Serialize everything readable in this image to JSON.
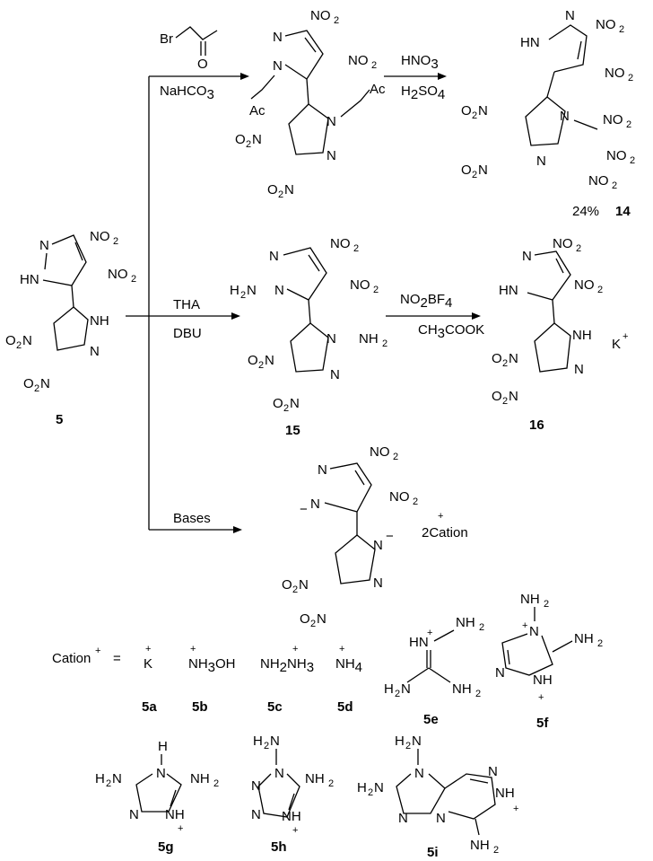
{
  "compound_labels": {
    "c5": "5",
    "c14": "14",
    "c15": "15",
    "c16": "16",
    "c5a": "5a",
    "c5b": "5b",
    "c5c": "5c",
    "c5d": "5d",
    "c5e": "5e",
    "c5f": "5f",
    "c5g": "5g",
    "c5h": "5h",
    "c5i": "5i"
  },
  "reagents": {
    "reagent_top_base": "NaHCO",
    "reagent_top_base_sub": "3",
    "reagent_nitric": "HNO",
    "reagent_nitric_sub": "3",
    "reagent_sulfuric_h": "H",
    "reagent_sulfuric_h_sub": "2",
    "reagent_sulfuric_so": "SO",
    "reagent_sulfuric_so_sub": "4",
    "reagent_tha": "THA",
    "reagent_dbu": "DBU",
    "reagent_nitronium": "NO",
    "reagent_nitronium_sub": "2",
    "reagent_nitronium_bf": "BF",
    "reagent_nitronium_bf_sub": "4",
    "reagent_acetate": "CH",
    "reagent_acetate_sub": "3",
    "reagent_acetate_rest": "COOK",
    "reagent_bases": "Bases"
  },
  "yield_14": "24%",
  "groups": {
    "no2": "NO",
    "no2_sub": "2",
    "o2n": "O",
    "o2n_sub": "2",
    "o2n_n": "N",
    "n": "N",
    "nh": "NH",
    "hn": "HN",
    "ac": "Ac",
    "br": "Br",
    "o": "O",
    "h": "H",
    "h2n": "H",
    "h2n_sub": "2",
    "h2n_n": "N",
    "nh2": "NH",
    "nh2_sub": "2",
    "k_plus": "K",
    "plus": "+",
    "minus": "−",
    "dication": "2Cation"
  },
  "cation_row": {
    "cation_label": "Cation",
    "equals": "=",
    "k": "K",
    "nh3oh_a": "NH",
    "nh3oh_sub": "3",
    "nh3oh_b": "OH",
    "hydrazinium_a": "NH",
    "hydrazinium_sub1": "2",
    "hydrazinium_b": "NH",
    "hydrazinium_sub2": "3",
    "ammonium": "NH",
    "ammonium_sub": "4"
  }
}
